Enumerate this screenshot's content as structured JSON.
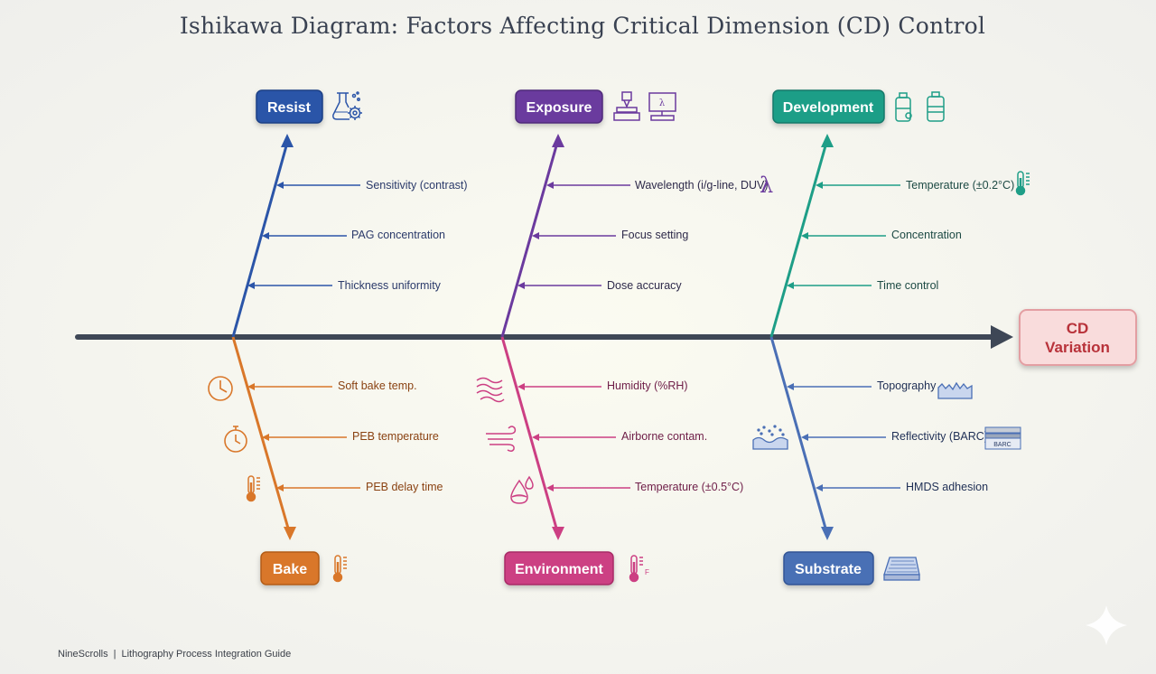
{
  "title": "Ishikawa Diagram: Factors Affecting Critical Dimension (CD) Control",
  "effect": {
    "line1": "CD",
    "line2": "Variation",
    "color": "#b8323a",
    "fill": "#f9dcdc"
  },
  "categories": {
    "resist": {
      "label": "Resist",
      "color": "#2b55a8",
      "icon": "flask-gear-icon",
      "causes": [
        "Sensitivity (contrast)",
        "PAG concentration",
        "Thickness uniformity"
      ]
    },
    "exposure": {
      "label": "Exposure",
      "color": "#6b3a9e",
      "icon": "stepper-computer-icon",
      "causes": [
        "Wavelength (i/g-line, DUV)",
        "Focus setting",
        "Dose accuracy"
      ],
      "extra_symbol": "λ"
    },
    "development": {
      "label": "Development",
      "color": "#1e9e87",
      "icon": "developer-bottles-icon",
      "causes": [
        "Temperature (±0.2°C)",
        "Concentration",
        "Time control"
      ]
    },
    "bake": {
      "label": "Bake",
      "color": "#d9772a",
      "icon": "thermometer-icon",
      "causes": [
        "Soft bake temp.",
        "PEB temperature",
        "PEB delay time"
      ]
    },
    "environment": {
      "label": "Environment",
      "color": "#cc3f83",
      "icon": "thermometer-icon",
      "icon_text": "F",
      "causes": [
        "Humidity (%RH)",
        "Airborne contam.",
        "Temperature (±0.5°C)"
      ]
    },
    "substrate": {
      "label": "Substrate",
      "color": "#4a6fb5",
      "icon": "wafer-icon",
      "causes": [
        "Topography",
        "Reflectivity (BARC)",
        "HMDS adhesion"
      ],
      "barc_tag": "BARC"
    }
  },
  "spine_color": "#3e4756",
  "footer": {
    "brand": "NineScrolls",
    "separator": "|",
    "guide": "Lithography Process Integration Guide"
  }
}
